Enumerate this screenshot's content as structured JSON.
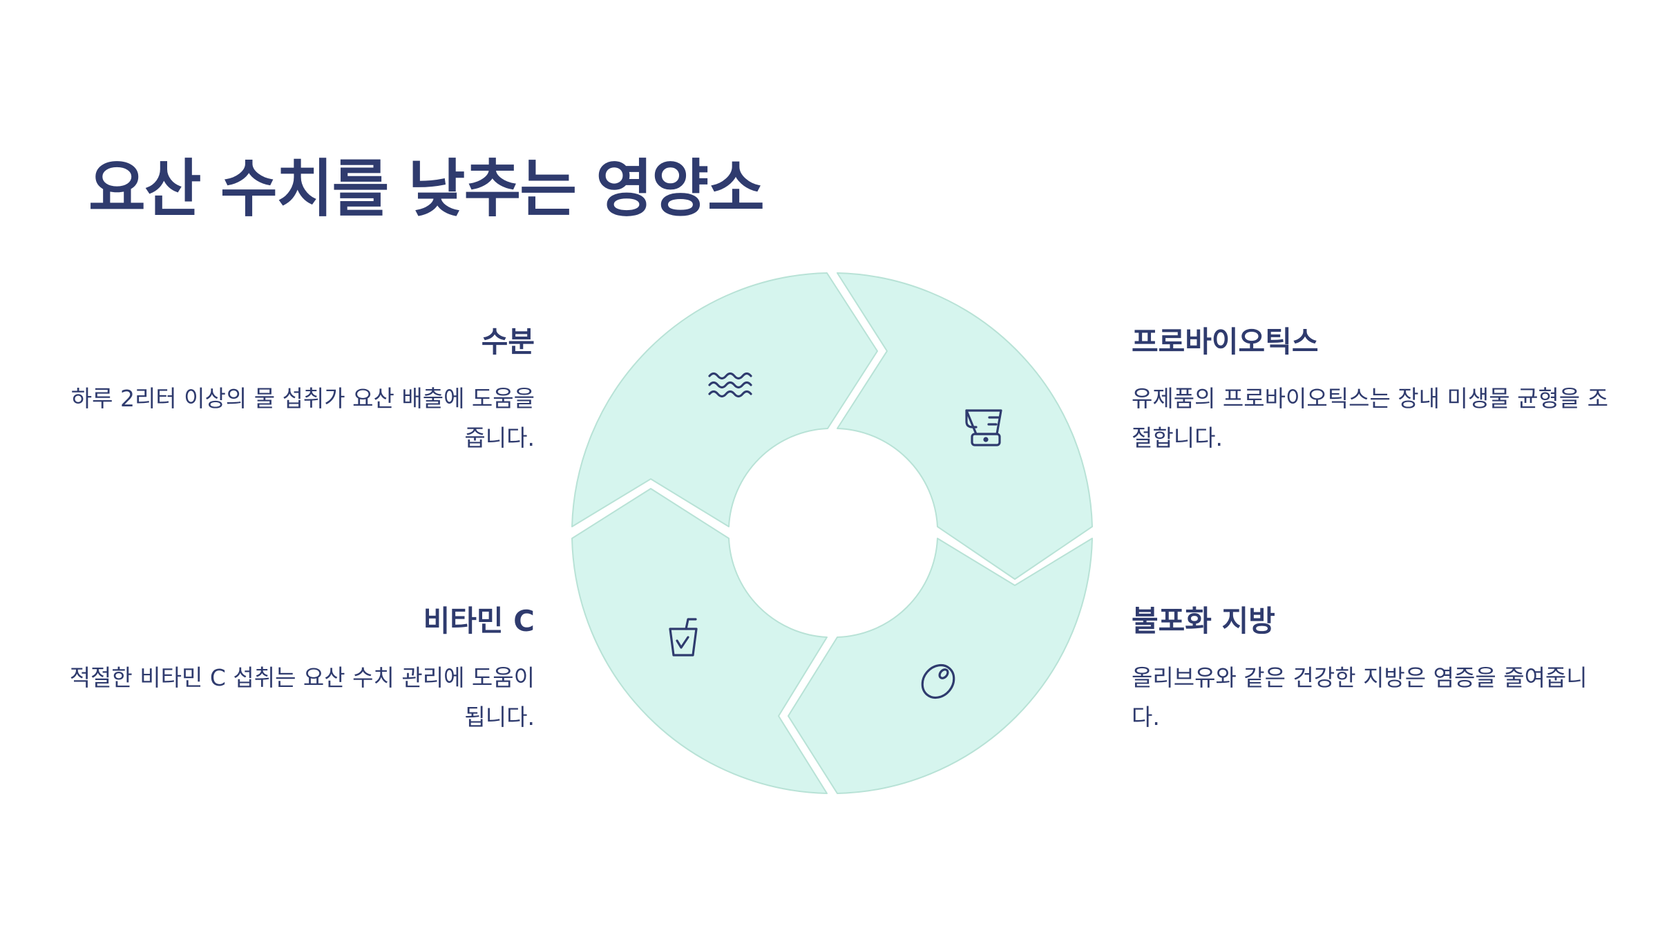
{
  "title": "요산 수치를 낮추는 영양소",
  "colors": {
    "text": "#2f3b6e",
    "segment_fill": "#d6f5ee",
    "segment_stroke": "#b8e2d6"
  },
  "items": [
    {
      "heading": "수분",
      "description": "하루 2리터 이상의 물 섭취가 요산 배출에 도움을 줍니다.",
      "icon": "water-waves-icon",
      "position": "top-left"
    },
    {
      "heading": "프로바이오틱스",
      "description": "유제품의 프로바이오틱스는 장내 미생물 균형을 조절합니다.",
      "icon": "blender-icon",
      "position": "top-right"
    },
    {
      "heading": "비타민 C",
      "description": "적절한 비타민 C 섭취는 요산 수치 관리에 도움이 됩니다.",
      "icon": "juice-cup-icon",
      "position": "bottom-left"
    },
    {
      "heading": "불포화 지방",
      "description": "올리브유와 같은 건강한 지방은 염증을 줄여줍니다.",
      "icon": "olive-icon",
      "position": "bottom-right"
    }
  ]
}
